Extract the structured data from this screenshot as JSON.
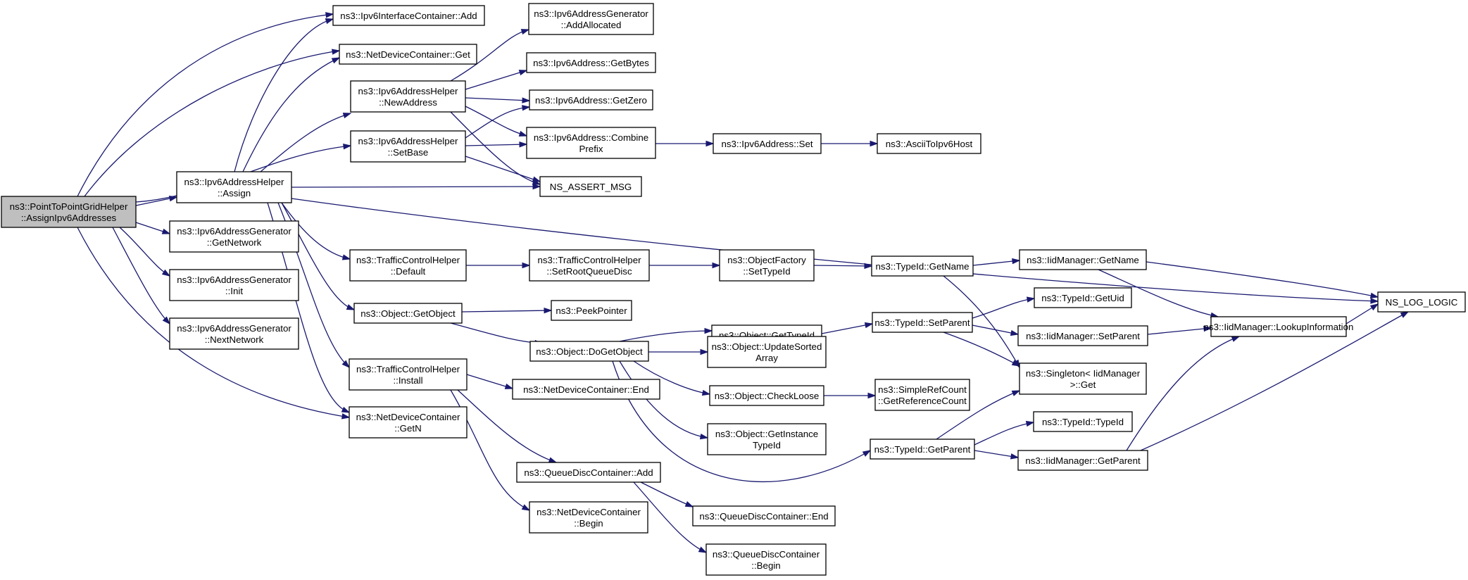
{
  "colors": {
    "edge": "#191970",
    "node_border": "#000000",
    "node_fill": "#ffffff",
    "root_fill": "#bfbfbf"
  },
  "nodes": [
    {
      "id": "root",
      "lines": [
        "ns3::PointToPointGridHelper",
        "::AssignIpv6Addresses"
      ],
      "root": true
    },
    {
      "id": "ipv6ic_add",
      "lines": [
        "ns3::Ipv6InterfaceContainer::Add"
      ]
    },
    {
      "id": "ndc_get",
      "lines": [
        "ns3::NetDeviceContainer::Get"
      ]
    },
    {
      "id": "newaddress",
      "lines": [
        "ns3::Ipv6AddressHelper",
        "::NewAddress"
      ]
    },
    {
      "id": "setbase",
      "lines": [
        "ns3::Ipv6AddressHelper",
        "::SetBase"
      ]
    },
    {
      "id": "assign",
      "lines": [
        "ns3::Ipv6AddressHelper",
        "::Assign"
      ]
    },
    {
      "id": "gen_getnetwork",
      "lines": [
        "ns3::Ipv6AddressGenerator",
        "::GetNetwork"
      ]
    },
    {
      "id": "gen_init",
      "lines": [
        "ns3::Ipv6AddressGenerator",
        "::Init"
      ]
    },
    {
      "id": "gen_nextnetwork",
      "lines": [
        "ns3::Ipv6AddressGenerator",
        "::NextNetwork"
      ]
    },
    {
      "id": "gen_addallocated",
      "lines": [
        "ns3::Ipv6AddressGenerator",
        "::AddAllocated"
      ]
    },
    {
      "id": "addr_getbytes",
      "lines": [
        "ns3::Ipv6Address::GetBytes"
      ]
    },
    {
      "id": "addr_getzero",
      "lines": [
        "ns3::Ipv6Address::GetZero"
      ]
    },
    {
      "id": "addr_combineprefix",
      "lines": [
        "ns3::Ipv6Address::Combine",
        "Prefix"
      ]
    },
    {
      "id": "ns_assert_msg",
      "lines": [
        "NS_ASSERT_MSG"
      ]
    },
    {
      "id": "addr_set",
      "lines": [
        "ns3::Ipv6Address::Set"
      ]
    },
    {
      "id": "ascii_to_ipv6host",
      "lines": [
        "ns3::AsciiToIpv6Host"
      ]
    },
    {
      "id": "tch_default",
      "lines": [
        "ns3::TrafficControlHelper",
        "::Default"
      ]
    },
    {
      "id": "tch_setrootqueuedisc",
      "lines": [
        "ns3::TrafficControlHelper",
        "::SetRootQueueDisc"
      ]
    },
    {
      "id": "of_settypeid",
      "lines": [
        "ns3::ObjectFactory",
        "::SetTypeId"
      ]
    },
    {
      "id": "typeid_getname",
      "lines": [
        "ns3::TypeId::GetName"
      ]
    },
    {
      "id": "iid_getname",
      "lines": [
        "ns3::IidManager::GetName"
      ]
    },
    {
      "id": "ns_log_logic",
      "lines": [
        "NS_LOG_LOGIC"
      ]
    },
    {
      "id": "obj_getobject",
      "lines": [
        "ns3::Object::GetObject"
      ]
    },
    {
      "id": "peekpointer",
      "lines": [
        "ns3::PeekPointer"
      ]
    },
    {
      "id": "obj_gettypeid",
      "lines": [
        "ns3::Object::GetTypeId"
      ]
    },
    {
      "id": "typeid_setparent",
      "lines": [
        "ns3::TypeId::SetParent"
      ]
    },
    {
      "id": "typeid_getuid",
      "lines": [
        "ns3::TypeId::GetUid"
      ]
    },
    {
      "id": "iid_setparent",
      "lines": [
        "ns3::IidManager::SetParent"
      ]
    },
    {
      "id": "iid_lookupinfo",
      "lines": [
        "ns3::IidManager::LookupInformation"
      ]
    },
    {
      "id": "obj_dogetobject",
      "lines": [
        "ns3::Object::DoGetObject"
      ]
    },
    {
      "id": "obj_updatesorted",
      "lines": [
        "ns3::Object::UpdateSorted",
        "Array"
      ]
    },
    {
      "id": "singleton_get",
      "lines": [
        "ns3::Singleton< IidManager",
        ">::Get"
      ]
    },
    {
      "id": "tch_install",
      "lines": [
        "ns3::TrafficControlHelper",
        "::Install"
      ]
    },
    {
      "id": "ndc_end",
      "lines": [
        "ns3::NetDeviceContainer::End"
      ]
    },
    {
      "id": "obj_checkloose",
      "lines": [
        "ns3::Object::CheckLoose"
      ]
    },
    {
      "id": "simplerefcount",
      "lines": [
        "ns3::SimpleRefCount",
        "::GetReferenceCount"
      ]
    },
    {
      "id": "ndc_getn",
      "lines": [
        "ns3::NetDeviceContainer",
        "::GetN"
      ]
    },
    {
      "id": "obj_getinstancetypeid",
      "lines": [
        "ns3::Object::GetInstance",
        "TypeId"
      ]
    },
    {
      "id": "typeid_typeid",
      "lines": [
        "ns3::TypeId::TypeId"
      ]
    },
    {
      "id": "typeid_getparent",
      "lines": [
        "ns3::TypeId::GetParent"
      ]
    },
    {
      "id": "iid_getparent",
      "lines": [
        "ns3::IidManager::GetParent"
      ]
    },
    {
      "id": "qdc_add",
      "lines": [
        "ns3::QueueDiscContainer::Add"
      ]
    },
    {
      "id": "ndc_begin",
      "lines": [
        "ns3::NetDeviceContainer",
        "::Begin"
      ]
    },
    {
      "id": "qdc_end",
      "lines": [
        "ns3::QueueDiscContainer::End"
      ]
    },
    {
      "id": "qdc_begin",
      "lines": [
        "ns3::QueueDiscContainer",
        "::Begin"
      ]
    }
  ],
  "edges": [
    [
      "root",
      "ipv6ic_add"
    ],
    [
      "root",
      "ndc_get"
    ],
    [
      "root",
      "setbase"
    ],
    [
      "root",
      "assign"
    ],
    [
      "root",
      "gen_getnetwork"
    ],
    [
      "root",
      "gen_init"
    ],
    [
      "root",
      "gen_nextnetwork"
    ],
    [
      "root",
      "ndc_getn"
    ],
    [
      "assign",
      "ipv6ic_add"
    ],
    [
      "assign",
      "ndc_get"
    ],
    [
      "assign",
      "newaddress"
    ],
    [
      "assign",
      "ns_assert_msg"
    ],
    [
      "assign",
      "ns_log_logic"
    ],
    [
      "assign",
      "tch_default"
    ],
    [
      "assign",
      "obj_getobject"
    ],
    [
      "assign",
      "tch_install"
    ],
    [
      "assign",
      "ndc_getn"
    ],
    [
      "newaddress",
      "gen_addallocated"
    ],
    [
      "newaddress",
      "addr_getbytes"
    ],
    [
      "newaddress",
      "addr_getzero"
    ],
    [
      "newaddress",
      "addr_combineprefix"
    ],
    [
      "newaddress",
      "ns_assert_msg"
    ],
    [
      "setbase",
      "addr_getzero"
    ],
    [
      "setbase",
      "addr_combineprefix"
    ],
    [
      "setbase",
      "ns_assert_msg"
    ],
    [
      "addr_combineprefix",
      "addr_set"
    ],
    [
      "addr_set",
      "ascii_to_ipv6host"
    ],
    [
      "tch_default",
      "tch_setrootqueuedisc"
    ],
    [
      "tch_setrootqueuedisc",
      "of_settypeid"
    ],
    [
      "of_settypeid",
      "typeid_getname"
    ],
    [
      "typeid_getname",
      "iid_getname"
    ],
    [
      "typeid_getname",
      "singleton_get"
    ],
    [
      "iid_getname",
      "iid_lookupinfo"
    ],
    [
      "iid_getname",
      "ns_log_logic"
    ],
    [
      "obj_getobject",
      "peekpointer"
    ],
    [
      "obj_getobject",
      "obj_dogetobject"
    ],
    [
      "obj_dogetobject",
      "obj_gettypeid"
    ],
    [
      "obj_dogetobject",
      "obj_updatesorted"
    ],
    [
      "obj_dogetobject",
      "obj_checkloose"
    ],
    [
      "obj_dogetobject",
      "obj_getinstancetypeid"
    ],
    [
      "obj_dogetobject",
      "typeid_getparent"
    ],
    [
      "obj_gettypeid",
      "typeid_setparent"
    ],
    [
      "typeid_setparent",
      "typeid_getuid"
    ],
    [
      "typeid_setparent",
      "iid_setparent"
    ],
    [
      "typeid_setparent",
      "singleton_get"
    ],
    [
      "iid_setparent",
      "iid_lookupinfo"
    ],
    [
      "iid_lookupinfo",
      "ns_log_logic"
    ],
    [
      "obj_checkloose",
      "simplerefcount"
    ],
    [
      "typeid_getparent",
      "singleton_get"
    ],
    [
      "typeid_getparent",
      "typeid_typeid"
    ],
    [
      "typeid_getparent",
      "iid_getparent"
    ],
    [
      "iid_getparent",
      "iid_lookupinfo"
    ],
    [
      "iid_getparent",
      "ns_log_logic"
    ],
    [
      "tch_install",
      "ndc_end"
    ],
    [
      "tch_install",
      "qdc_add"
    ],
    [
      "tch_install",
      "ndc_begin"
    ],
    [
      "qdc_add",
      "qdc_end"
    ],
    [
      "qdc_add",
      "qdc_begin"
    ]
  ]
}
